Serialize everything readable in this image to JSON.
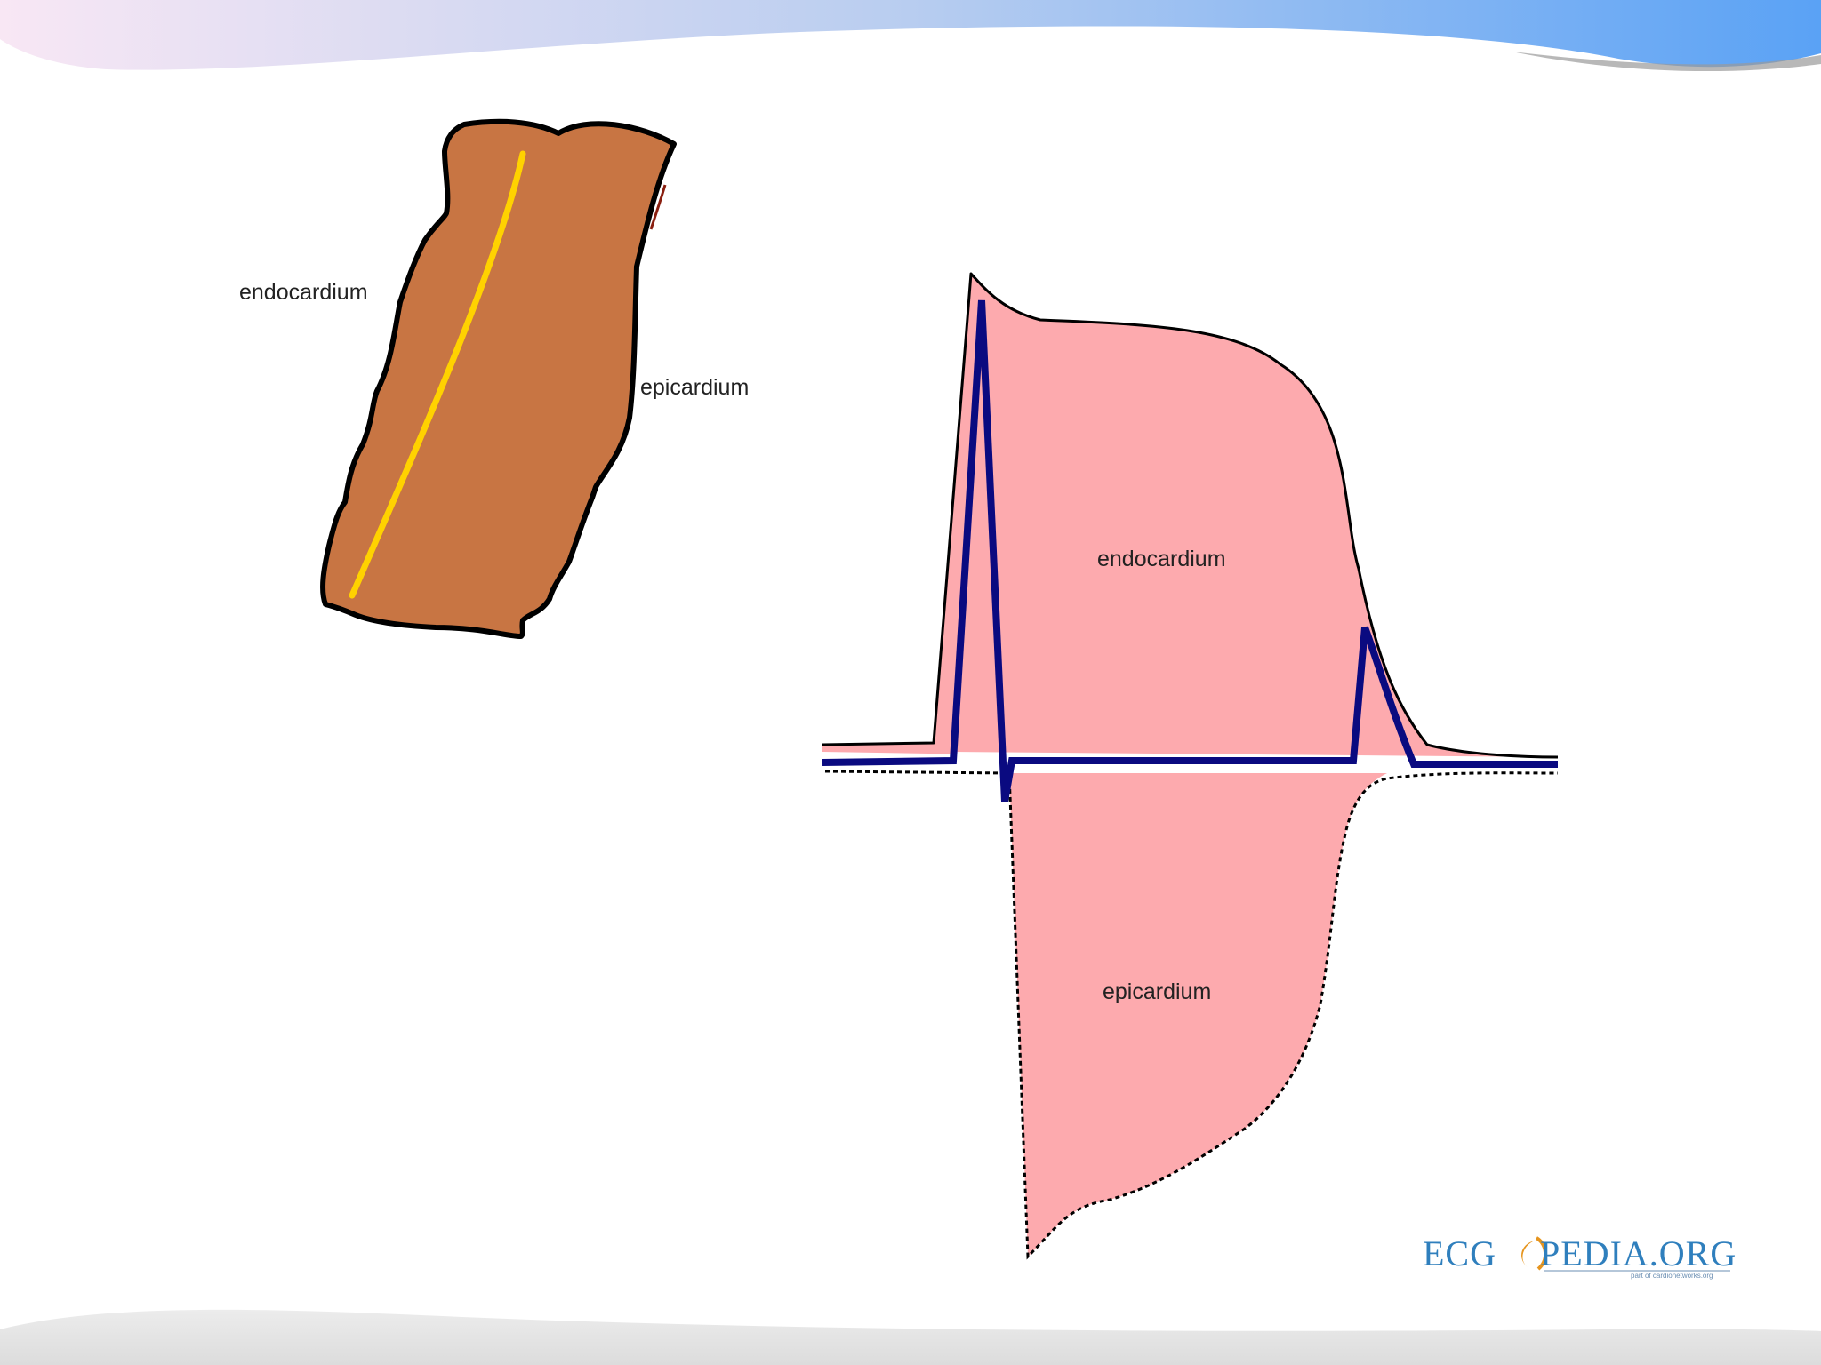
{
  "tissue_labels": {
    "endocardium": "endocardium",
    "epicardium": "epicardium"
  },
  "action_potential_labels": {
    "endocardium": "endocardium",
    "epicardium": "epicardium"
  },
  "logo": {
    "main_left": "ECG",
    "main_right": "PEDIA.ORG",
    "tagline": "part of cardionetworks.org"
  },
  "colors": {
    "tissue_fill": "#c87543",
    "conduction_line": "#ffd200",
    "action_potential_fill": "#fdaaae",
    "ecg_trace": "#0a0a80",
    "outline": "#000000",
    "header_gradient_left": "#f7e6f3",
    "header_gradient_right": "#5aa2f5",
    "logo_color": "#2f7fbd"
  }
}
